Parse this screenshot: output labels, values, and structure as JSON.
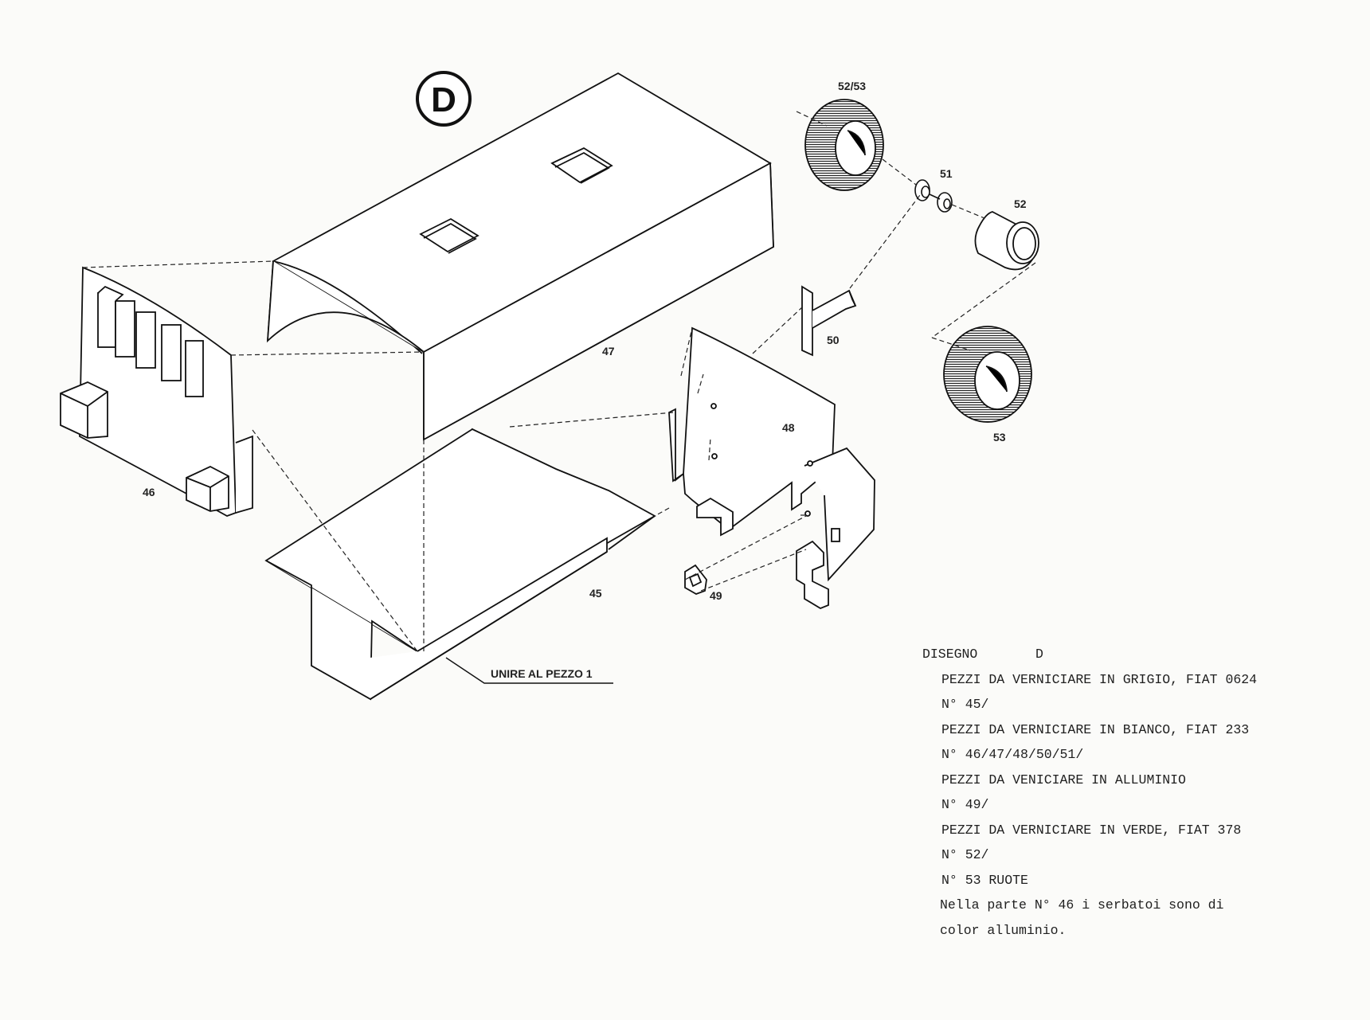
{
  "drawing_badge": "D",
  "part_labels": {
    "p45": "45",
    "p46": "46",
    "p47": "47",
    "p48": "48",
    "p49": "49",
    "p50": "50",
    "p51": "51",
    "p52": "52",
    "p52_53": "52/53",
    "p53": "53"
  },
  "join_note": "UNIRE AL PEZZO 1",
  "notes": {
    "title": "DISEGNO",
    "title_value": "D",
    "lines": [
      "PEZZI DA VERNICIARE IN GRIGIO, FIAT 0624",
      "N° 45/",
      "PEZZI DA VERNICIARE IN BIANCO, FIAT 233",
      "N° 46/47/48/50/51/",
      "PEZZI DA VENICIARE IN ALLUMINIO",
      "N° 49/",
      "PEZZI DA VERNICIARE IN VERDE, FIAT 378",
      "N° 52/",
      "N° 53 RUOTE",
      "Nella parte N° 46 i serbatoi sono di",
      "color alluminio."
    ]
  }
}
